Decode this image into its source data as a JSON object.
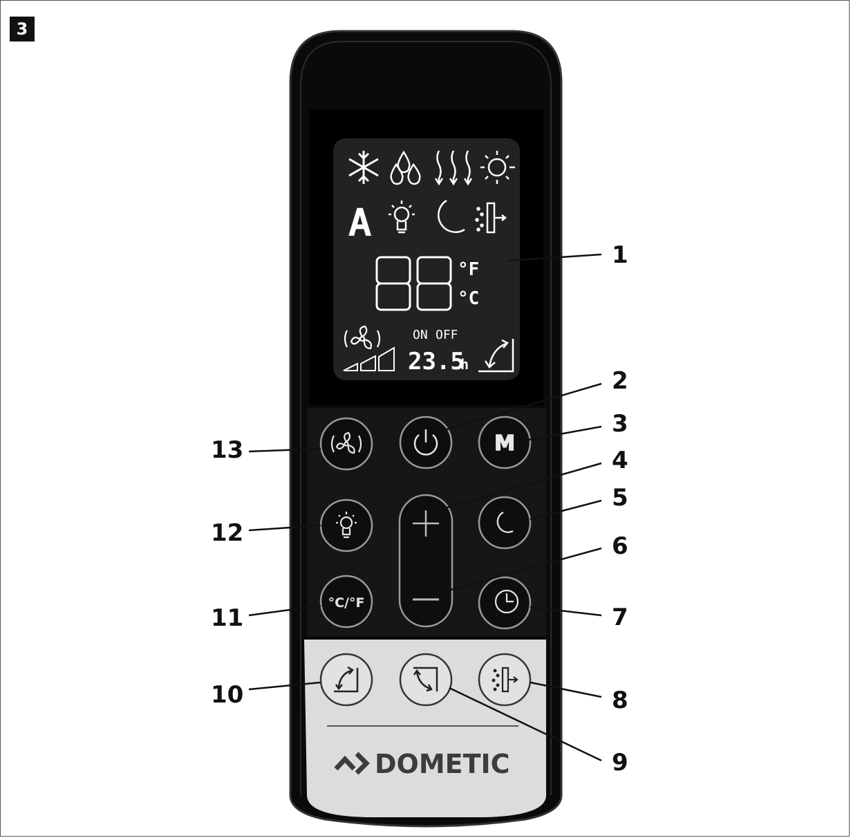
{
  "figure_number": "3",
  "lcd": {
    "digits": "88",
    "unit_f": "°F",
    "unit_c": "°C",
    "timer_on": "ON",
    "timer_off": "OFF",
    "timer_value": "23.5",
    "timer_unit": "h",
    "mode_auto_letter": "A"
  },
  "buttons": {
    "unit_toggle_label": "°C/°F",
    "mode_label": "M"
  },
  "brand": {
    "logo_mark": "^>",
    "name": "DOMETIC"
  },
  "callouts": [
    "1",
    "2",
    "3",
    "4",
    "5",
    "6",
    "7",
    "8",
    "9",
    "10",
    "11",
    "12",
    "13"
  ]
}
